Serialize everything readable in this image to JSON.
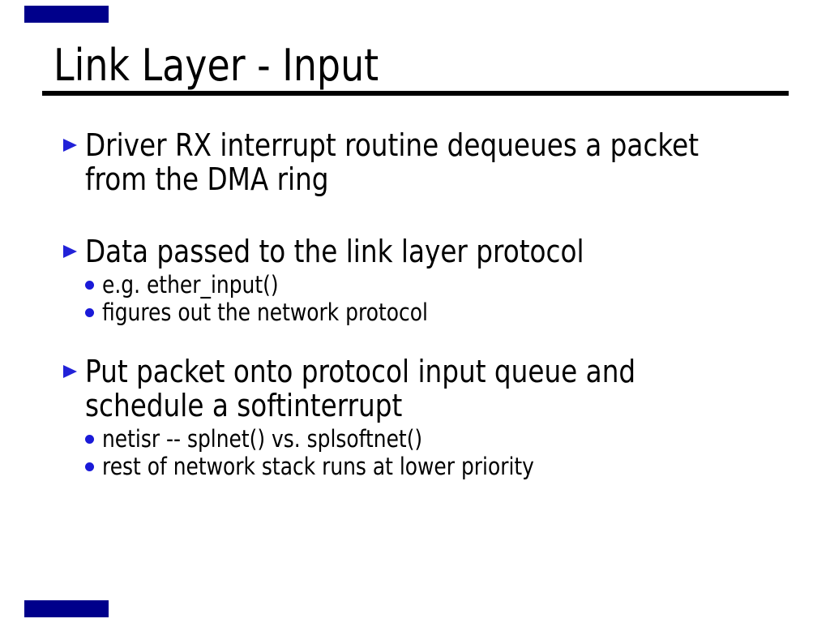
{
  "slide": {
    "title": "Link Layer - Input",
    "background_color": "#ffffff",
    "text_color": "#000000",
    "title_rule_color": "#000000",
    "corner_bar_color": "#00008b",
    "bullet_triangle_color": "#2222d8",
    "bullet_dot_color": "#1a1ad8"
  },
  "content": {
    "items": [
      {
        "level": 1,
        "marker": "triangle",
        "lines": [
          "Driver RX interrupt routine dequeues a packet",
          "from the DMA ring"
        ]
      },
      {
        "level": 1,
        "marker": "triangle",
        "lines": [
          "Data passed to the link layer protocol"
        ]
      },
      {
        "level": 2,
        "marker": "dot",
        "lines": [
          "e.g. ether_input()"
        ]
      },
      {
        "level": 2,
        "marker": "dot",
        "lines": [
          "figures out the network protocol"
        ]
      },
      {
        "level": 1,
        "marker": "triangle",
        "lines": [
          "Put packet onto protocol input queue and",
          "schedule a softinterrupt"
        ]
      },
      {
        "level": 2,
        "marker": "dot",
        "lines": [
          "netisr -- splnet() vs. splsoftnet()"
        ]
      },
      {
        "level": 2,
        "marker": "dot",
        "lines": [
          "rest of network stack runs at lower priority"
        ]
      }
    ]
  }
}
